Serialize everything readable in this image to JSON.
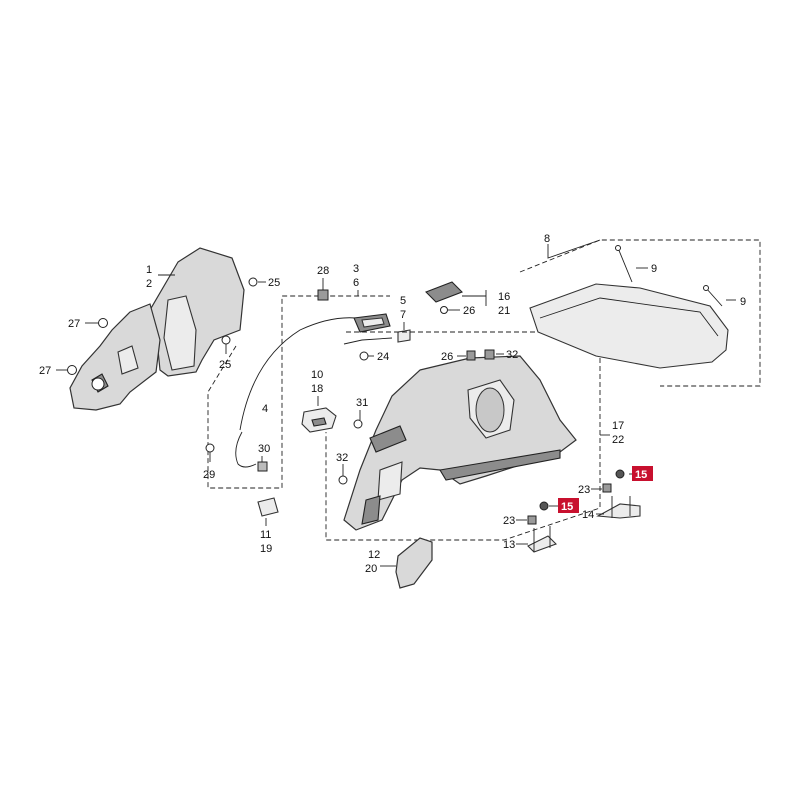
{
  "callouts": {
    "c1": "1",
    "c2": "2",
    "c3": "3",
    "c4": "4",
    "c5": "5",
    "c6": "6",
    "c7": "7",
    "c8": "8",
    "c9a": "9",
    "c9b": "9",
    "c10": "10",
    "c11": "11",
    "c12": "12",
    "c13": "13",
    "c14": "14",
    "c15a": "15",
    "c15b": "15",
    "c16": "16",
    "c17": "17",
    "c18": "18",
    "c19": "19",
    "c20": "20",
    "c21": "21",
    "c22": "22",
    "c23a": "23",
    "c23b": "23",
    "c24": "24",
    "c25a": "25",
    "c25b": "25",
    "c26a": "26",
    "c26b": "26",
    "c27a": "27",
    "c27b": "27",
    "c28": "28",
    "c29": "29",
    "c30": "30",
    "c31": "31",
    "c32a": "32",
    "c32b": "32"
  },
  "colors": {
    "highlight": "#c8102e",
    "line": "#222222",
    "part_fill": "#d9d9d9"
  }
}
